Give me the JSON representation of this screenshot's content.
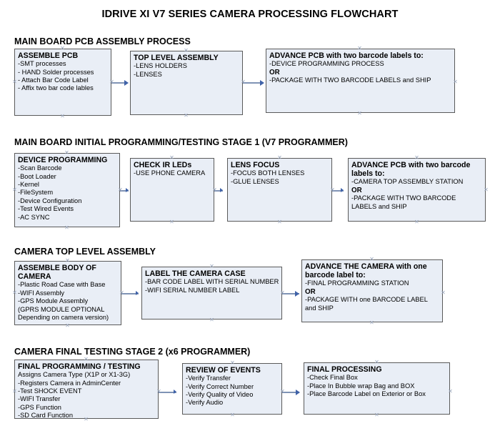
{
  "document": {
    "title": "IDRIVE XI V7 SERIES CAMERA PROCESSING FLOWCHART"
  },
  "colors": {
    "box_fill": "#e9eef6",
    "box_border": "#5a5a5a",
    "arrow": "#7f93b5",
    "arrow_head": "#3f62a8",
    "text": "#000000",
    "page_background": "#ffffff"
  },
  "sections": [
    {
      "heading": "MAIN BOARD PCB ASSEMBLY PROCESS",
      "boxes": [
        {
          "title": "ASSEMBLE PCB",
          "lines": [
            "-SMT processes",
            "- HAND Solder processes",
            "- Attach Bar Code Label",
            "- Affix two bar code lables"
          ]
        },
        {
          "title": "TOP LEVEL ASSEMBLY",
          "lines": [
            "-LENS HOLDERS",
            "-LENSES"
          ]
        },
        {
          "title": "ADVANCE PCB with two barcode labels to:",
          "lines": [
            "-DEVICE PROGRAMMING PROCESS",
            "OR",
            "-PACKAGE WITH TWO BARCODE LABELS and SHIP"
          ],
          "bold_lines": [
            1
          ]
        }
      ]
    },
    {
      "heading": "MAIN BOARD INITIAL PROGRAMMING/TESTING STAGE 1 (V7 PROGRAMMER)",
      "boxes": [
        {
          "title": "DEVICE PROGRAMMING",
          "lines": [
            "-Scan Barcode",
            "-Boot Loader",
            "-Kernel",
            "-FileSystem",
            "-Device Configuration",
            "-Test Wired Events",
            "-AC SYNC"
          ]
        },
        {
          "title": "CHECK IR LEDs",
          "lines": [
            "-USE PHONE CAMERA"
          ]
        },
        {
          "title": "LENS FOCUS",
          "lines": [
            "-FOCUS BOTH LENSES",
            "-GLUE LENSES"
          ]
        },
        {
          "title": "ADVANCE PCB with two barcode labels to:",
          "lines": [
            "-CAMERA TOP ASSEMBLY STATION",
            "OR",
            "-PACKAGE WITH TWO BARCODE LABELS and SHIP"
          ],
          "bold_lines": [
            1
          ]
        }
      ]
    },
    {
      "heading": "CAMERA TOP LEVEL ASSEMBLY",
      "boxes": [
        {
          "title": "ASSEMBLE BODY OF CAMERA",
          "lines": [
            "-Plastic Road Case with Base",
            "-WIFI Assembly",
            "-GPS Module Assembly",
            "(GPRS MODULE OPTIONAL",
            "Depending on camera version)"
          ]
        },
        {
          "title": "LABEL THE CAMERA CASE",
          "lines": [
            "-BAR CODE LABEL WITH SERIAL NUMBER",
            "-WIFI SERIAL NUMBER LABEL"
          ]
        },
        {
          "title": "ADVANCE THE CAMERA with one barcode label to:",
          "lines": [
            "-FINAL PROGRAMMING STATION",
            "OR",
            "-PACKAGE WITH one BARCODE LABEL and SHIP"
          ],
          "bold_lines": [
            1
          ]
        }
      ]
    },
    {
      "heading": "CAMERA FINAL TESTING STAGE 2 (x6 PROGRAMMER)",
      "boxes": [
        {
          "title": "FINAL PROGRAMMING / TESTING",
          "lines": [
            "Assigns Camera Type (X1P or X1-3G)",
            "-Registers Camera in AdminCenter",
            "-Test SHOCK EVENT",
            "-WIFI Transfer",
            "-GPS Function",
            "-SD Card Function"
          ]
        },
        {
          "title": "REVIEW OF EVENTS",
          "lines": [
            "-Verify Transfer",
            "-Verify Correct Number",
            "-Verify Quality of Video",
            "-Verify Audio"
          ]
        },
        {
          "title": "FINAL PROCESSING",
          "lines": [
            " -Check Final Box",
            "-Place In Bubble wrap Bag and BOX",
            "-Place Barcode Label on Exterior or Box"
          ]
        }
      ]
    }
  ]
}
